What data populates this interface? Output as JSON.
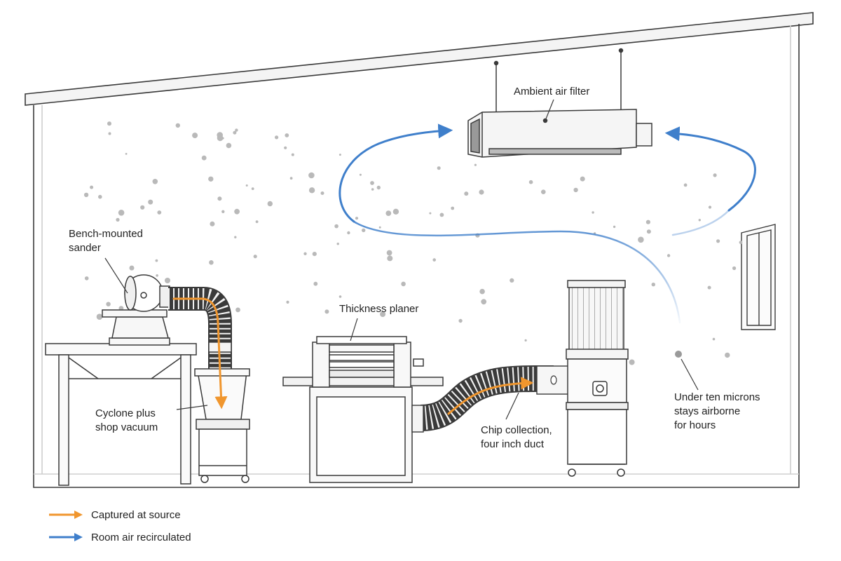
{
  "colors": {
    "captured": "#f0962e",
    "recirculated": "#3f7fcb",
    "line": "#3a3a3a",
    "dust": "#b9b9b9"
  },
  "labels": {
    "ambient_filter": "Ambient air filter",
    "sander": [
      "Bench-mounted",
      "sander"
    ],
    "planer": "Thickness planer",
    "cyclone": [
      "Cyclone plus",
      "shop vacuum"
    ],
    "chip": [
      "Chip collection,",
      "four inch duct"
    ],
    "microns": [
      "Under ten microns",
      "stays airborne",
      "for hours"
    ]
  },
  "legend": [
    {
      "label": "Captured at source",
      "color": "#f0962e"
    },
    {
      "label": "Room air recirculated",
      "color": "#3f7fcb"
    }
  ]
}
